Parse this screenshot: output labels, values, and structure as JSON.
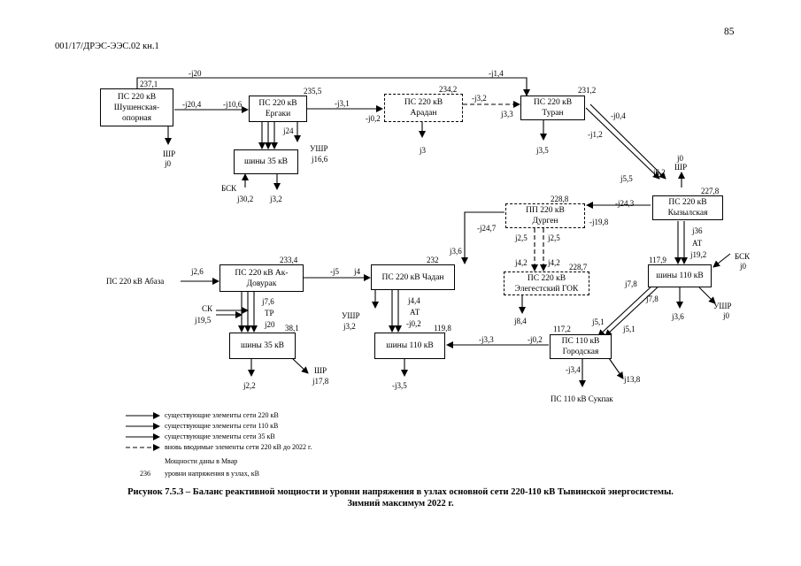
{
  "header": {
    "page_number": "85",
    "doc_code": "001/17/ДРЭС-ЭЭС.02  кн.1"
  },
  "nodes": {
    "shush": {
      "line1": "ПС 220 кВ",
      "line2": "Шушенская-",
      "line3": "опорная",
      "voltage": "237,1"
    },
    "ergaki": {
      "line1": "ПС 220 кВ",
      "line2": "Ергаки",
      "voltage": "235,5"
    },
    "aradan": {
      "line1": "ПС 220 кВ",
      "line2": "Арадан",
      "voltage": "234,2"
    },
    "turan": {
      "line1": "ПС 220 кВ",
      "line2": "Туран",
      "voltage": "231,2"
    },
    "kyzyl": {
      "line1": "ПС 220 кВ",
      "line2": "Кызылская",
      "voltage": "227,8"
    },
    "durgen": {
      "line1": "ПП 220 кВ",
      "line2": "Дурген",
      "voltage": "228,8"
    },
    "elegest": {
      "line1": "ПС 220 кВ",
      "line2": "Элегестский ГОК",
      "voltage": "228,7"
    },
    "kyzyl110": {
      "line1": "шины 110 кВ",
      "voltage": "117,9"
    },
    "gorod": {
      "line1": "ПС 110 кВ",
      "line2": "Городская",
      "voltage": "117,2"
    },
    "chadan": {
      "line1": "ПС 220 кВ Чадан",
      "voltage": "232"
    },
    "chadan110": {
      "line1": "шины 110 кВ",
      "voltage": "119,8"
    },
    "akdov": {
      "line1": "ПС 220 кВ Ак-",
      "line2": "Довурак",
      "voltage": "233,4"
    },
    "akdov35": {
      "line1": "шины 35 кВ",
      "voltage": "38,1"
    },
    "ergaki35": {
      "line1": "шины 35 кВ"
    }
  },
  "labels": {
    "l_j20": "-j20",
    "l_j1_4": "-j1,4",
    "l_j20_4": "-j20,4",
    "l_j10_6": "-j10,6",
    "l_j3_1": "-j3,1",
    "l_j0_2a": "-j0,2",
    "l_j3_2": "-j3,2",
    "l_j3_3": "j3,3",
    "l_shr1": "ШР",
    "l_j0a": "j0",
    "l_j24": "j24",
    "l_ushr1": "УШР",
    "l_j16_6": "j16,6",
    "l_bsk1": "БСК",
    "l_j30_2": "j30,2",
    "l_j3_2b": "j3,2",
    "l_j3": "j3",
    "l_j3_5": "j3,5",
    "l_j0_4": "-j0,4",
    "l_j1_2": "-j1,2",
    "l_j5_5": "j5,5",
    "l_j6_2": "j6,2",
    "l_j0b": "j0",
    "l_shr2": "ШР",
    "l_j24_3": "-j24,3",
    "l_j19_8": "-j19,8",
    "l_j24_7": "-j24,7",
    "l_j2_5a": "j2,5",
    "l_j2_5b": "j2,5",
    "l_j4_2a": "j4,2",
    "l_j4_2b": "j4,2",
    "l_j8_4": "j8,4",
    "l_j36": "j36",
    "l_at1": "АТ",
    "l_j19_2": "j19,2",
    "l_bsk2": "БСК",
    "l_j0c": "j0",
    "l_j7_8a": "j7,8",
    "l_j7_8b": "j7,8",
    "l_j3_6": "j3,6",
    "l_ushr2": "УШР",
    "l_j0d": "j0",
    "l_j5_1a": "j5,1",
    "l_j5_1b": "j5,1",
    "l_j0_2b": "-j0,2",
    "l_j3_3b": "-j3,3",
    "l_j3_4": "-j3,4",
    "l_j13_8": "j13,8",
    "l_sukpak": "ПС 110 кВ Сукпак",
    "l_j3_6b": "j3,6",
    "l_abaza": "ПС 220 кВ Абаза",
    "l_j2_6": "j2,6",
    "l_j5": "-j5",
    "l_j4": "j4",
    "l_ushr3": "УШР",
    "l_j3_2c": "j3,2",
    "l_j4_4": "j4,4",
    "l_at2": "АТ",
    "l_j0_2c": "-j0,2",
    "l_j3_5b": "-j3,5",
    "l_sk": "СК",
    "l_j19_5": "j19,5",
    "l_j7_6": "j7,6",
    "l_tr": "ТР",
    "l_j20b": "j20",
    "l_j2_2": "j2,2",
    "l_shr3": "ШР",
    "l_j17_8": "j17,8"
  },
  "legend": {
    "item1": "существующие элементы сети 220 кВ",
    "item2": "существующие элементы сети 110 кВ",
    "item3": "существующие элементы сети 35 кВ",
    "item4": "вновь вводимые элементы сети 220 кВ до 2022 г.",
    "item5": "Мощности даны в Мвар",
    "item6_num": "236",
    "item6": "уровни напряжения в узлах, кВ"
  },
  "caption": {
    "line1": "Рисунок 7.5.3 – Баланс реактивной мощности и уровни напряжения в узлах основной сети 220-110 кВ Тывинской энергосистемы.",
    "line2": "Зимний максимум 2022 г."
  }
}
